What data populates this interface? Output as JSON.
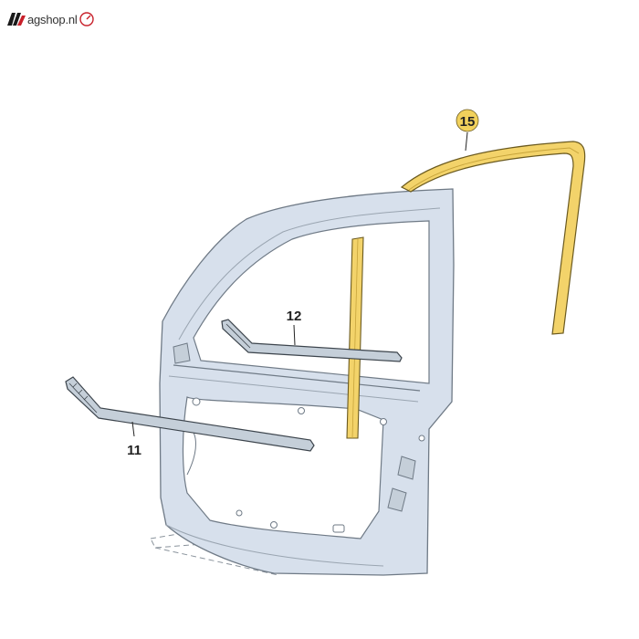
{
  "header": {
    "logo_text": "agshop.nl",
    "logo_icon": "vw-slash-logo",
    "gauge_icon": "speedometer-icon"
  },
  "diagram": {
    "colors": {
      "door_fill": "#d7e0ec",
      "door_stroke": "#6f7a86",
      "seal_fill": "#f3d36a",
      "seal_stroke": "#6b5a1f",
      "strip_fill": "#c5cfd9",
      "callout_highlight": "#f1d15c"
    },
    "callouts": {
      "part_15": "15",
      "part_12": "12",
      "part_11": "11"
    }
  }
}
